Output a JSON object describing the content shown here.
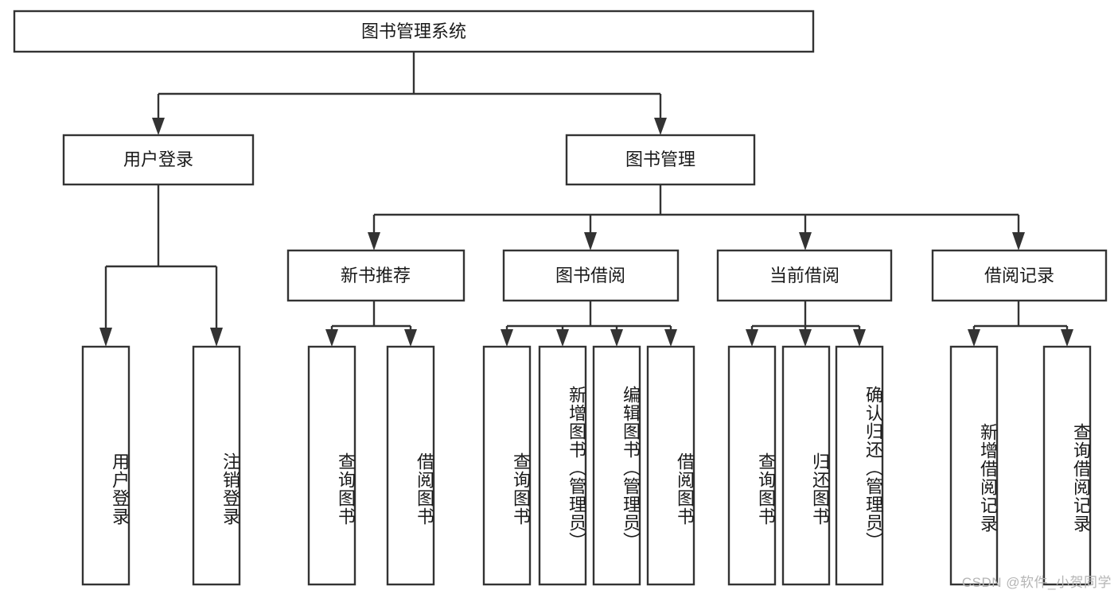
{
  "diagram": {
    "type": "tree",
    "orientation": "top-down",
    "root": {
      "id": "root",
      "label": "图书管理系统"
    },
    "level2": [
      {
        "id": "user-login",
        "label": "用户登录"
      },
      {
        "id": "book-management",
        "label": "图书管理"
      }
    ],
    "level3": [
      {
        "id": "new-book-recommend",
        "label": "新书推荐",
        "parent": "book-management"
      },
      {
        "id": "book-borrow",
        "label": "图书借阅",
        "parent": "book-management"
      },
      {
        "id": "current-borrow",
        "label": "当前借阅",
        "parent": "book-management"
      },
      {
        "id": "borrow-record",
        "label": "借阅记录",
        "parent": "book-management"
      }
    ],
    "leaves": [
      {
        "id": "leaf-user-login",
        "label": "用户登录",
        "parent": "user-login"
      },
      {
        "id": "leaf-logout-login",
        "label": "注销登录",
        "parent": "user-login"
      },
      {
        "id": "leaf-query-book-1",
        "label": "查询图书",
        "parent": "new-book-recommend"
      },
      {
        "id": "leaf-borrow-book-1",
        "label": "借阅图书",
        "parent": "new-book-recommend"
      },
      {
        "id": "leaf-query-book-2",
        "label": "查询图书",
        "parent": "book-borrow"
      },
      {
        "id": "leaf-add-book",
        "label": "新增图书（管理员）",
        "parent": "book-borrow"
      },
      {
        "id": "leaf-edit-book",
        "label": "编辑图书（管理员）",
        "parent": "book-borrow"
      },
      {
        "id": "leaf-borrow-book-2",
        "label": "借阅图书",
        "parent": "book-borrow"
      },
      {
        "id": "leaf-query-book-3",
        "label": "查询图书",
        "parent": "current-borrow"
      },
      {
        "id": "leaf-return-book",
        "label": "归还图书",
        "parent": "current-borrow"
      },
      {
        "id": "leaf-confirm-return",
        "label": "确认归还（管理员）",
        "parent": "current-borrow"
      },
      {
        "id": "leaf-add-borrow-record",
        "label": "新增借阅记录",
        "parent": "borrow-record"
      },
      {
        "id": "leaf-query-borrow-record",
        "label": "查询借阅记录",
        "parent": "borrow-record"
      }
    ]
  },
  "watermark": {
    "text": "CSDN @软件_小贺同学"
  },
  "colors": {
    "box_stroke": "#333333",
    "box_fill": "#ffffff",
    "text": "#1a1a1a",
    "watermark": "#b5b5b5",
    "background": "#ffffff"
  }
}
